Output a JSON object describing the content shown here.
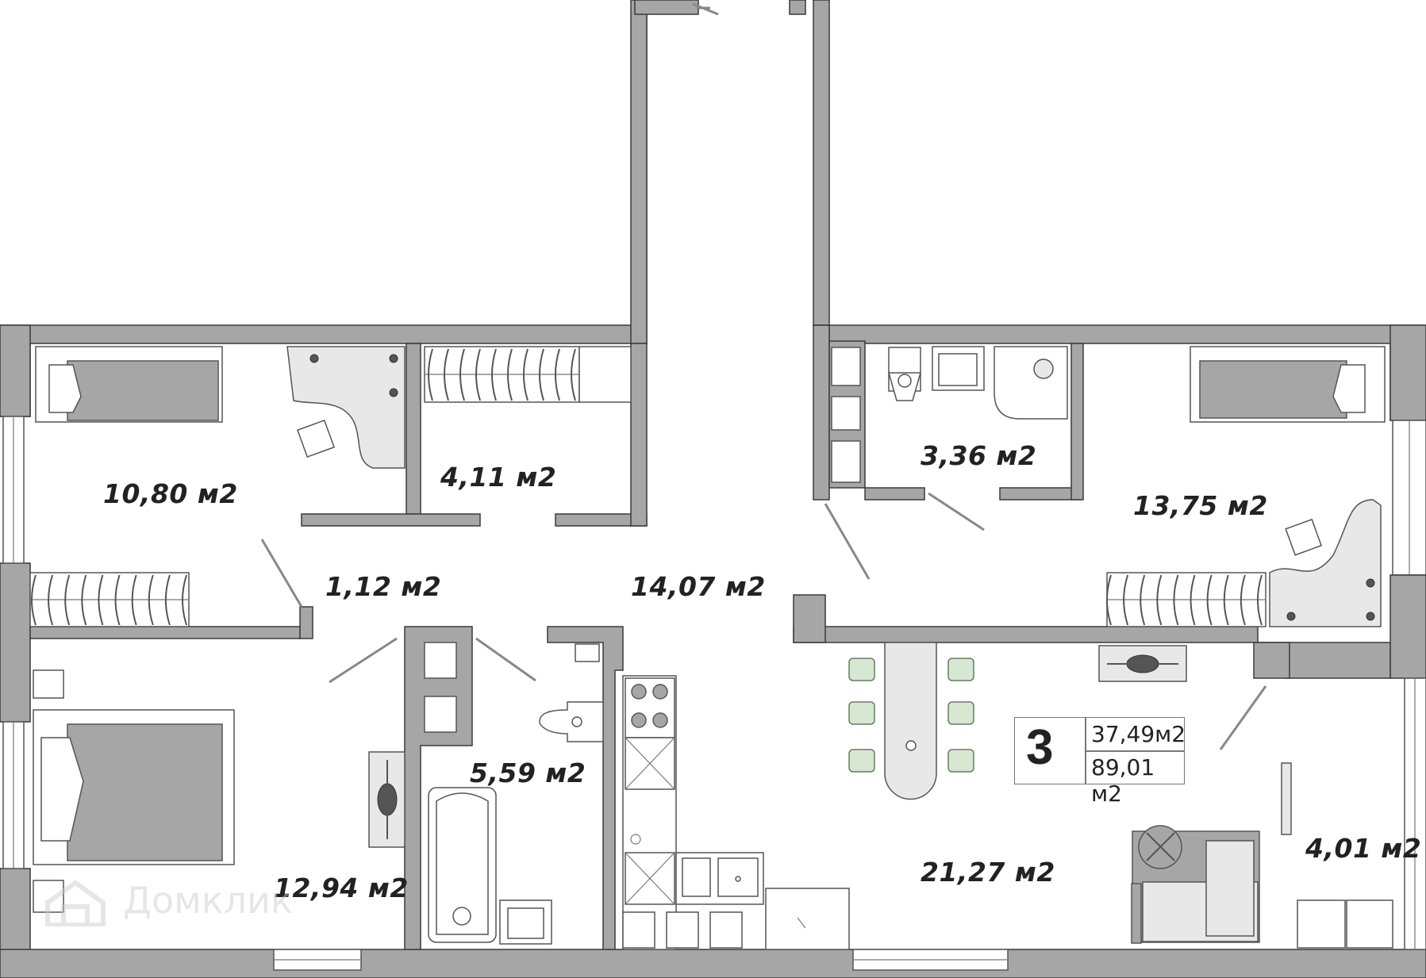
{
  "plan": {
    "rooms_count": "3",
    "living_area": "37,49м2",
    "total_area": "89,01 м2",
    "rooms": [
      {
        "id": "bedroom-top-left",
        "area": "10,80 м2"
      },
      {
        "id": "wardrobe",
        "area": "4,11 м2"
      },
      {
        "id": "corridor-small",
        "area": "1,12 м2"
      },
      {
        "id": "hall",
        "area": "14,07 м2"
      },
      {
        "id": "toilet",
        "area": "3,36 м2"
      },
      {
        "id": "bedroom-top-right",
        "area": "13,75 м2"
      },
      {
        "id": "bathroom",
        "area": "5,59 м2"
      },
      {
        "id": "bedroom-bottom-left",
        "area": "12,94 м2"
      },
      {
        "id": "kitchen-living",
        "area": "21,27 м2"
      },
      {
        "id": "balcony",
        "area": "4,01 м2"
      }
    ]
  },
  "watermark": {
    "text": "Домклик"
  }
}
